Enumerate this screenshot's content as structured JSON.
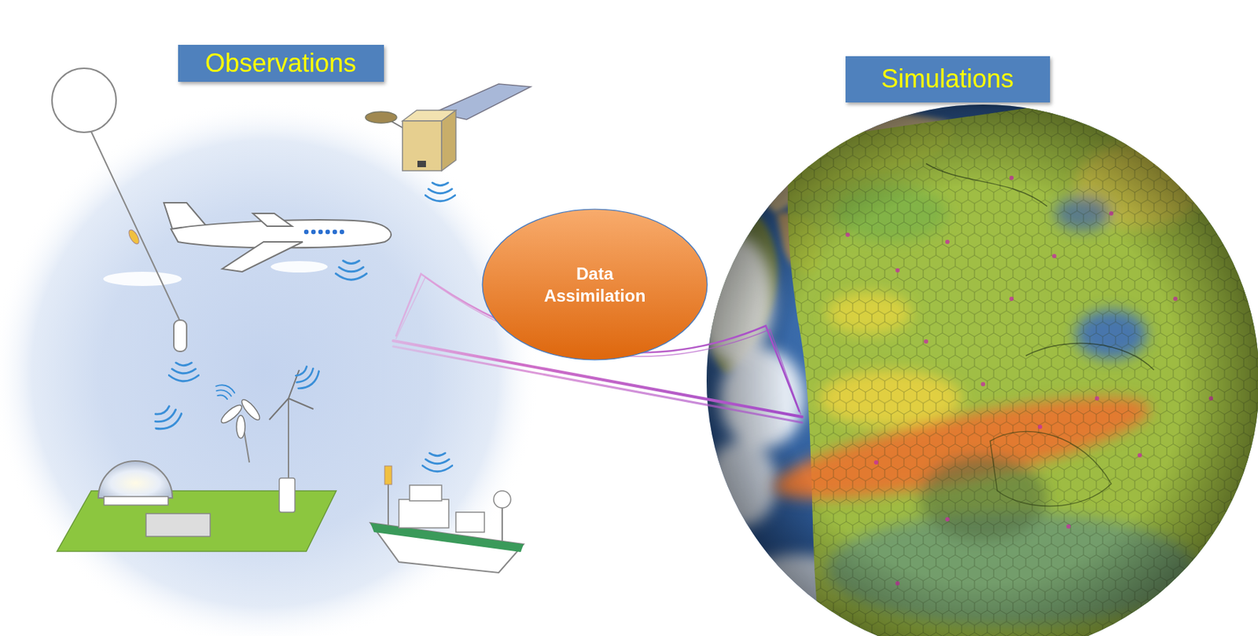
{
  "diagram": {
    "nodes": [
      {
        "text": [
          "Observations"
        ]
      },
      {
        "text": [
          "Data Assimilation"
        ]
      },
      {
        "text": [
          "Simulations"
        ]
      }
    ]
  }
}
